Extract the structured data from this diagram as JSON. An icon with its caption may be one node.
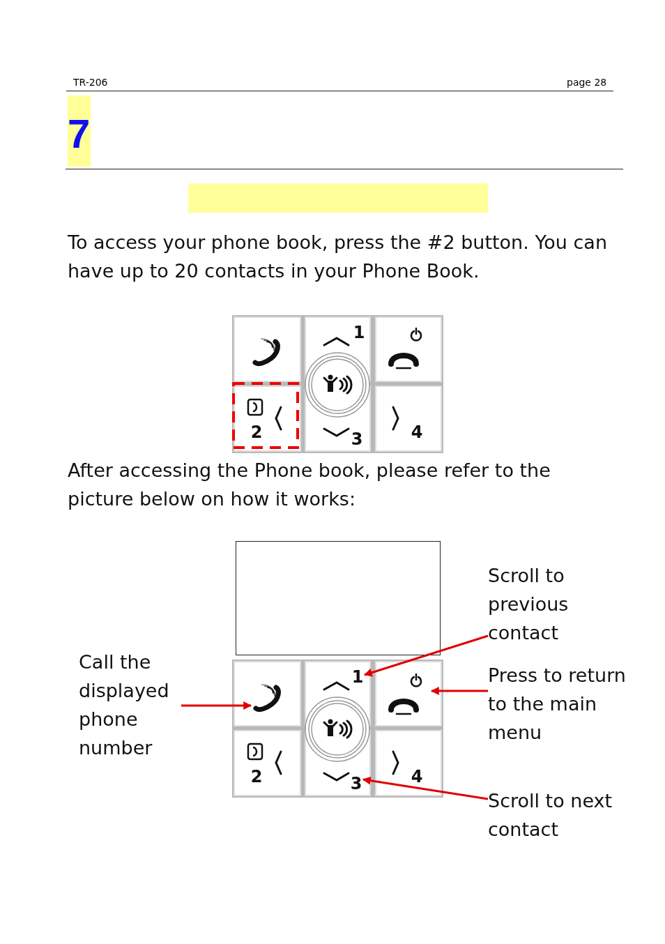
{
  "diagram": {
    "nodes": [
      {
        "text": [
          "Call the displayed phone number"
        ]
      },
      {
        "text": [],
        "shape": "icon"
      },
      {
        "text": [
          "Scroll to previous contact"
        ]
      },
      {
        "text": [
          "1"
        ]
      },
      {
        "text": [
          "Press to return to the main menu"
        ]
      },
      {
        "text": [],
        "shape": "icon"
      },
      {
        "text": [
          "Scroll to next contact"
        ]
      },
      {
        "text": [
          "3"
        ]
      },
      {
        "text": [],
        "shape": "box"
      }
    ],
    "edges": [
      {
        "from": 0,
        "to": 1,
        "arrow": "to"
      },
      {
        "from": 2,
        "to": 3,
        "arrow": "to"
      },
      {
        "from": 4,
        "to": 5,
        "arrow": "to"
      },
      {
        "from": 6,
        "to": 7,
        "arrow": "to"
      }
    ],
    "labels": [
      "TR-206",
      "page 28",
      "7",
      "To access your phone book, press the #2 button. You can have up to 20 contacts in your Phone Book.",
      "1",
      "2",
      "3",
      "4",
      "After accessing the Phone book, please refer to the picture below on how it works:",
      "2",
      "4"
    ]
  }
}
